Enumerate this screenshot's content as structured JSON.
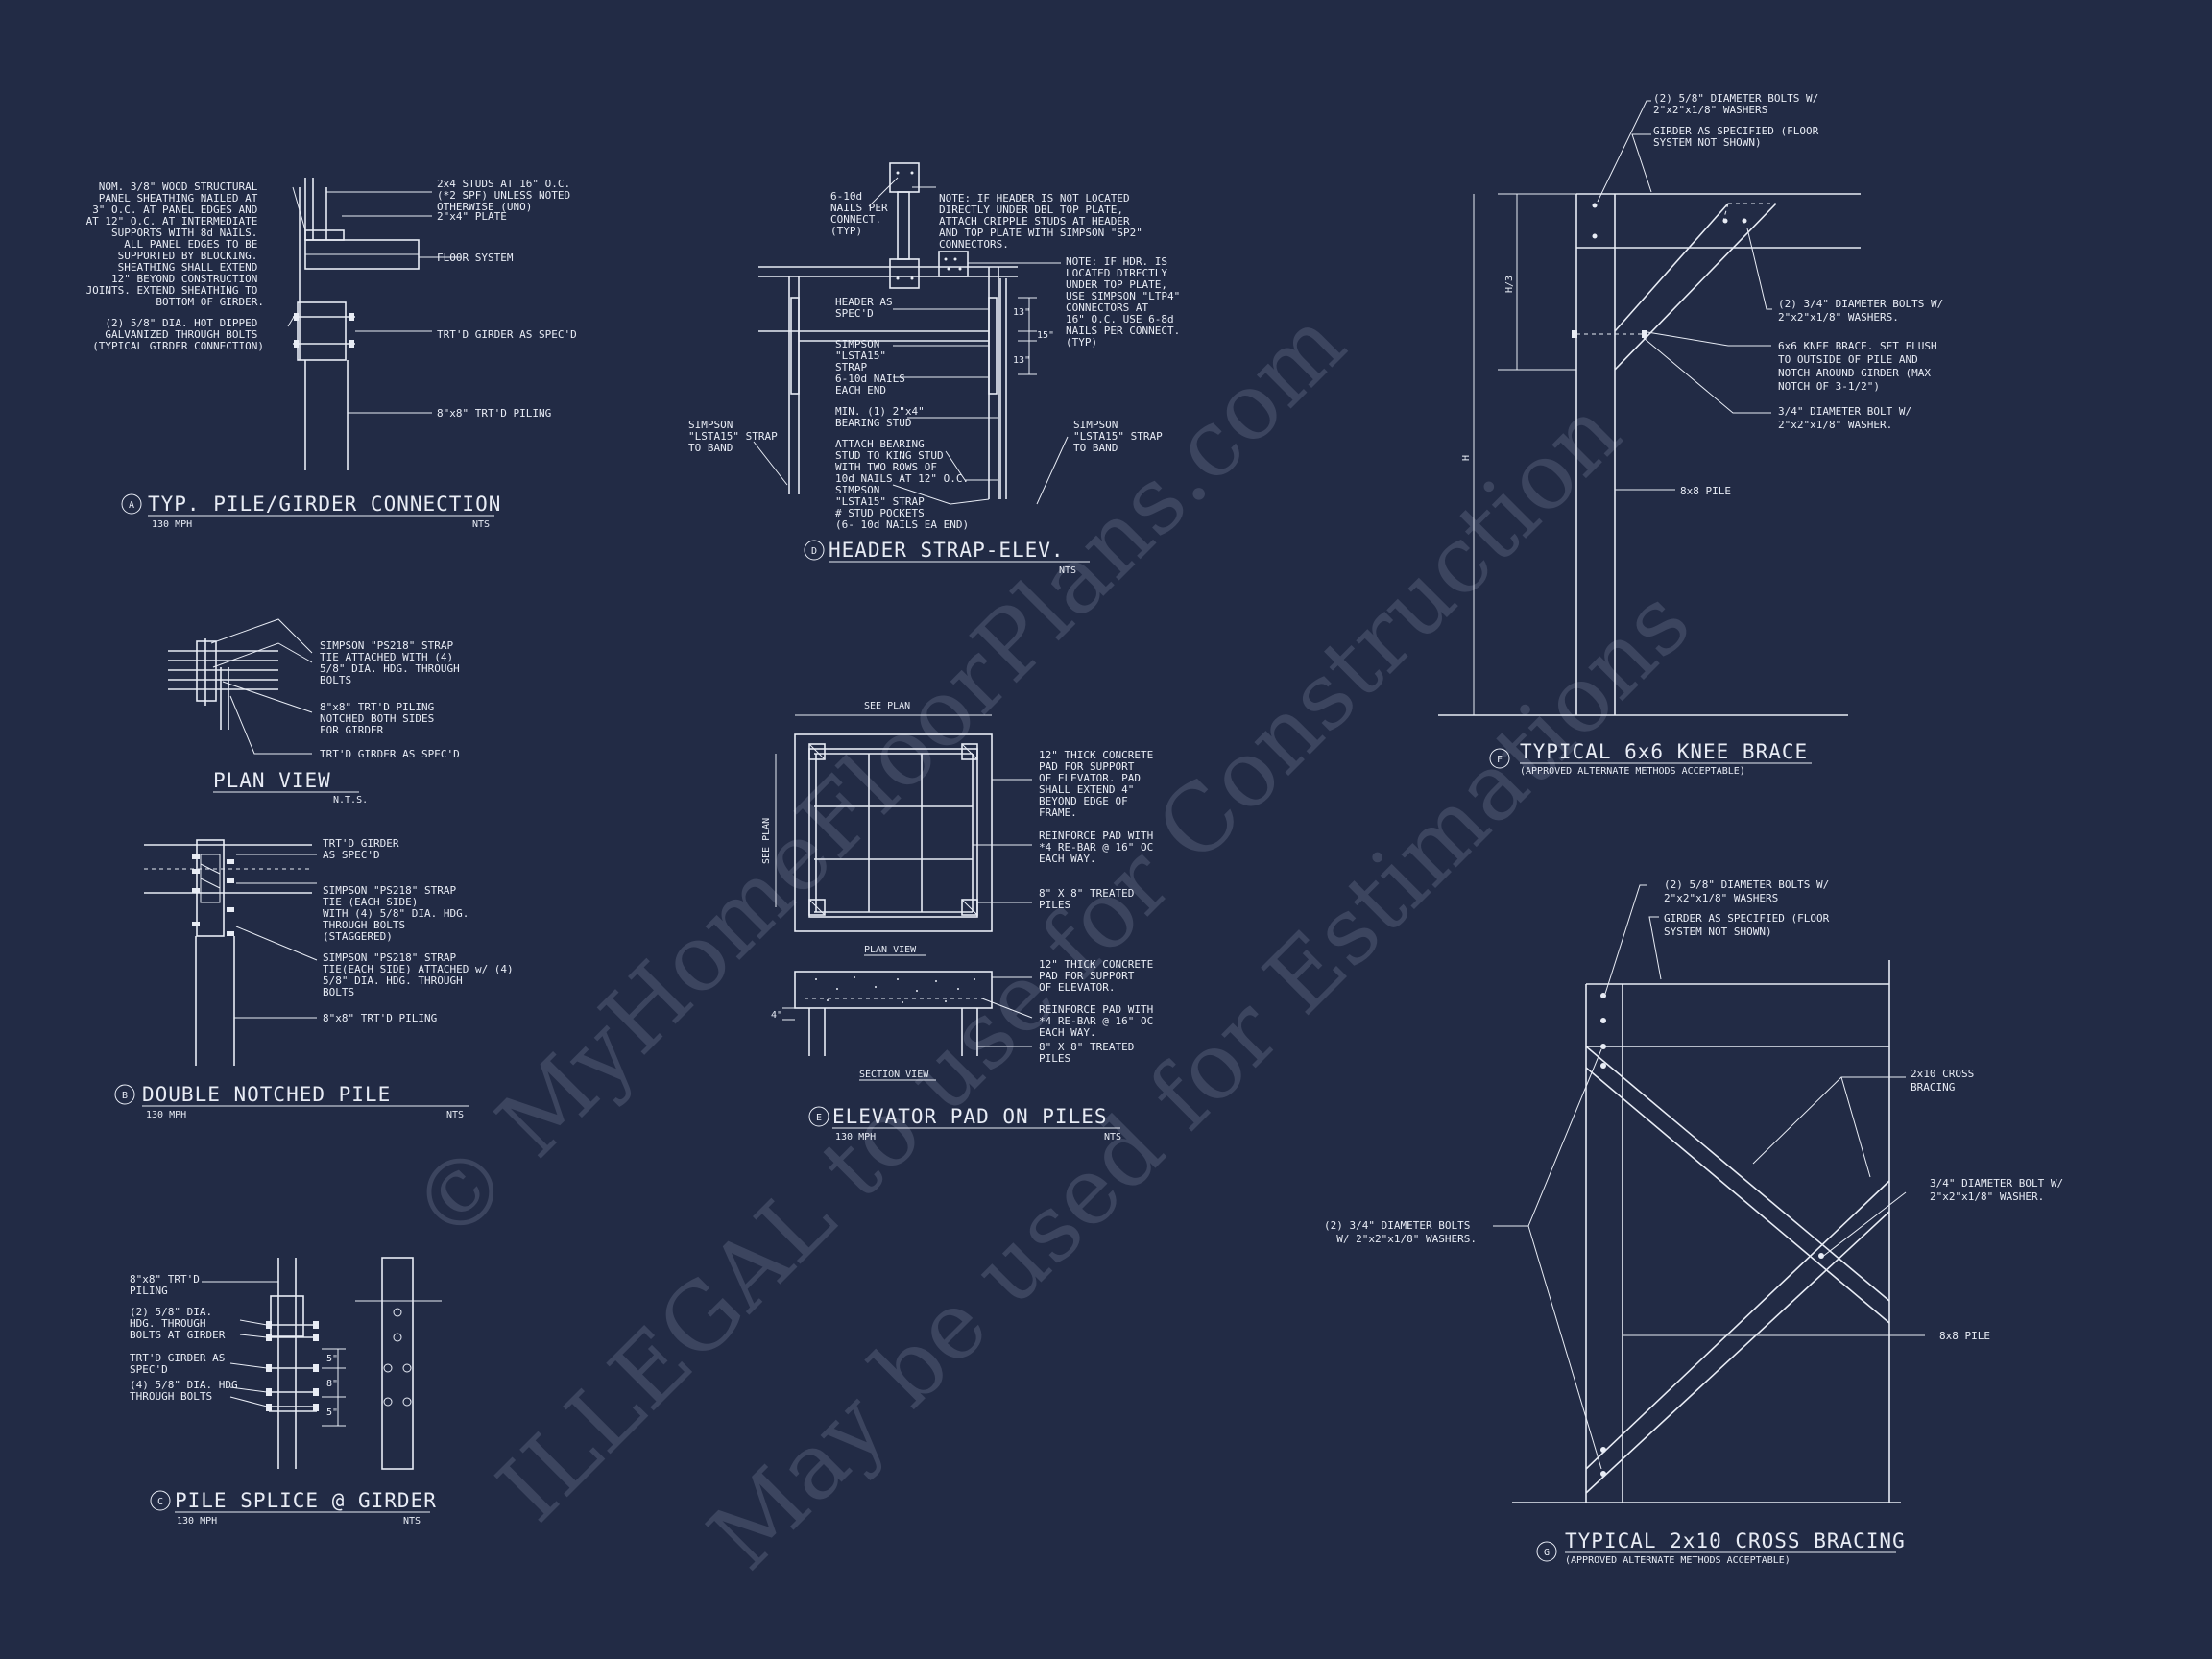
{
  "watermark": {
    "line1": "© MyHomeFloorPlans.com",
    "line2": "ILLEGAL to use for Construction",
    "line3": "May be used for Estimations"
  },
  "detailA": {
    "tag": "A",
    "title": "TYP. PILE/GIRDER CONNECTION",
    "wind": "130 MPH",
    "scale": "NTS",
    "note_sheathing": [
      "NOM. 3/8\" WOOD STRUCTURAL",
      "PANEL SHEATHING NAILED AT",
      "3\" O.C. AT PANEL EDGES AND",
      "AT 12\" O.C. AT INTERMEDIATE",
      "SUPPORTS WITH 8d NAILS.",
      "ALL PANEL EDGES TO BE",
      "SUPPORTED BY BLOCKING.",
      "SHEATHING SHALL EXTEND",
      "12\" BEYOND CONSTRUCTION",
      "JOINTS. EXTEND SHEATHING TO",
      "BOTTOM OF GIRDER."
    ],
    "note_bolts": [
      "(2) 5/8\" DIA. HOT DIPPED",
      "GALVANIZED THROUGH BOLTS",
      "(TYPICAL GIRDER CONNECTION)"
    ],
    "note_studs": [
      "2x4 STUDS AT 16\" O.C.",
      "(*2 SPF) UNLESS NOTED",
      "OTHERWISE (UNO)"
    ],
    "note_plate": "2\"x4\" PLATE",
    "note_floor": "FLOOR SYSTEM",
    "note_girder": "TRT'D GIRDER AS SPEC'D",
    "note_piling": "8\"x8\" TRT'D PILING"
  },
  "detailPlan": {
    "title": "PLAN VIEW",
    "scale": "N.T.S.",
    "note_strap": [
      "SIMPSON \"PS218\" STRAP",
      "TIE ATTACHED WITH (4)",
      "5/8\" DIA. HDG. THROUGH",
      "BOLTS"
    ],
    "note_piling": [
      "8\"x8\" TRT'D PILING",
      "NOTCHED BOTH SIDES",
      "FOR GIRDER"
    ],
    "note_girder": "TRT'D GIRDER AS SPEC'D"
  },
  "detailB": {
    "tag": "B",
    "title": "DOUBLE NOTCHED PILE",
    "wind": "130 MPH",
    "scale": "NTS",
    "note_girder": [
      "TRT'D GIRDER",
      "AS SPEC'D"
    ],
    "note_strap1": [
      "SIMPSON \"PS218\" STRAP",
      "TIE (EACH SIDE)",
      "WITH (4) 5/8\" DIA. HDG.",
      "THROUGH BOLTS",
      "(STAGGERED)"
    ],
    "note_strap2": [
      "SIMPSON \"PS218\" STRAP",
      "TIE(EACH SIDE) ATTACHED w/ (4)",
      "5/8\" DIA. HDG. THROUGH",
      "BOLTS"
    ],
    "note_piling": "8\"x8\" TRT'D PILING"
  },
  "detailC": {
    "tag": "C",
    "title": "PILE SPLICE @ GIRDER",
    "wind": "130 MPH",
    "scale": "NTS",
    "note_piling": [
      "8\"x8\" TRT'D",
      "PILING"
    ],
    "note_bolts2": [
      "(2) 5/8\" DIA.",
      "HDG. THROUGH",
      "BOLTS AT GIRDER"
    ],
    "note_girder": [
      "TRT'D GIRDER AS",
      "SPEC'D"
    ],
    "note_bolts4": [
      "(4) 5/8\" DIA. HDG",
      "THROUGH BOLTS"
    ],
    "dims": [
      "5\"",
      "8\"",
      "5\""
    ]
  },
  "detailD": {
    "tag": "D",
    "title": "HEADER STRAP-ELEV.",
    "scale": "NTS",
    "note_nails": [
      "6-10d",
      "NAILS PER",
      "CONNECT.",
      "(TYP)"
    ],
    "note_header1": [
      "NOTE: IF HEADER IS NOT LOCATED",
      "DIRECTLY UNDER DBL TOP PLATE,",
      "ATTACH CRIPPLE STUDS AT HEADER",
      "AND TOP PLATE WITH SIMPSON \"SP2\"",
      "CONNECTORS."
    ],
    "note_header2": [
      "NOTE: IF HDR. IS",
      "LOCATED DIRECTLY",
      "UNDER TOP PLATE,",
      "USE SIMPSON \"LTP4\"",
      "CONNECTORS AT",
      "16\" O.C.  USE 6-8d",
      "NAILS PER CONNECT.",
      "(TYP)"
    ],
    "note_hdr": [
      "HEADER AS",
      "SPEC'D"
    ],
    "note_strap": [
      "SIMPSON",
      "\"LSTA15\"",
      "STRAP"
    ],
    "note_10d": [
      "6-10d NAILS",
      "EACH END"
    ],
    "note_bearing": [
      "MIN. (1) 2\"x4\"",
      "BEARING STUD"
    ],
    "note_attach": [
      "ATTACH BEARING",
      "STUD TO KING STUD",
      "WITH TWO ROWS OF",
      "10d NAILS AT 12\" O.C."
    ],
    "note_pockets": [
      "SIMPSON",
      "\"LSTA15\" STRAP",
      "# STUD POCKETS",
      "(6- 10d NAILS EA END)"
    ],
    "note_band_l": [
      "SIMPSON",
      "\"LSTA15\" STRAP",
      "TO BAND"
    ],
    "note_band_r": [
      "SIMPSON",
      "\"LSTA15\" STRAP",
      "TO BAND"
    ],
    "dims": [
      "13\"",
      "15\"",
      "13\""
    ]
  },
  "detailE": {
    "tag": "E",
    "title": "ELEVATOR PAD ON PILES",
    "wind": "130 MPH",
    "scale": "NTS",
    "see_plan_top": "SEE PLAN",
    "see_plan_side": "SEE PLAN",
    "plan_label": "PLAN VIEW",
    "section_label": "SECTION VIEW",
    "note_pad": [
      "12\" THICK CONCRETE",
      "PAD FOR SUPPORT",
      "OF ELEVATOR. PAD",
      "SHALL EXTEND 4\"",
      "BEYOND EDGE OF",
      "FRAME."
    ],
    "note_rebar": [
      "REINFORCE PAD WITH",
      "*4 RE-BAR @ 16\" OC",
      "EACH WAY."
    ],
    "note_piles": [
      "8\" X 8\" TREATED",
      "PILES"
    ],
    "note_pad2": [
      "12\" THICK CONCRETE",
      "PAD FOR SUPPORT",
      "OF ELEVATOR."
    ],
    "note_rebar2": [
      "REINFORCE PAD WITH",
      "*4 RE-BAR @ 16\" OC",
      "EACH WAY."
    ],
    "note_piles2": [
      "8\" X 8\" TREATED",
      "PILES"
    ],
    "dim_4": "4\""
  },
  "detailF": {
    "tag": "F",
    "title": "TYPICAL 6x6 KNEE BRACE",
    "subtitle": "(APPROVED ALTERNATE METHODS ACCEPTABLE)",
    "note_bolts58": [
      "(2) 5/8\" DIAMETER BOLTS W/",
      "2\"x2\"x1/8\" WASHERS"
    ],
    "note_girder": [
      "GIRDER AS SPECIFIED (FLOOR",
      "SYSTEM NOT SHOWN)"
    ],
    "note_bolts34": [
      "(2) 3/4\" DIAMETER BOLTS W/",
      "2\"x2\"x1/8\" WASHERS."
    ],
    "note_brace": [
      "6x6 KNEE BRACE. SET FLUSH",
      "TO OUTSIDE OF PILE AND",
      "NOTCH AROUND GIRDER (MAX",
      "NOTCH OF 3-1/2\")"
    ],
    "note_bolt1": [
      "3/4\" DIAMETER BOLT W/",
      "2\"x2\"x1/8\" WASHER."
    ],
    "note_pile": "8x8 PILE",
    "dim_h3": "H/3",
    "dim_h": "H"
  },
  "detailG": {
    "tag": "G",
    "title": "TYPICAL 2x10 CROSS BRACING",
    "subtitle": "(APPROVED ALTERNATE METHODS ACCEPTABLE)",
    "note_bolts58": [
      "(2) 5/8\" DIAMETER BOLTS W/",
      "2\"x2\"x1/8\" WASHERS"
    ],
    "note_girder": [
      "GIRDER AS SPECIFIED (FLOOR",
      "SYSTEM NOT SHOWN)"
    ],
    "note_cross": [
      "2x10 CROSS",
      "BRACING"
    ],
    "note_bolt1": [
      "3/4\" DIAMETER BOLT W/",
      "2\"x2\"x1/8\" WASHER."
    ],
    "note_bolts34": [
      "(2) 3/4\" DIAMETER BOLTS",
      "W/ 2\"x2\"x1/8\" WASHERS."
    ],
    "note_pile": "8x8 PILE"
  },
  "colors": {
    "background": "#222b45",
    "linework": "#e8ecf5"
  }
}
